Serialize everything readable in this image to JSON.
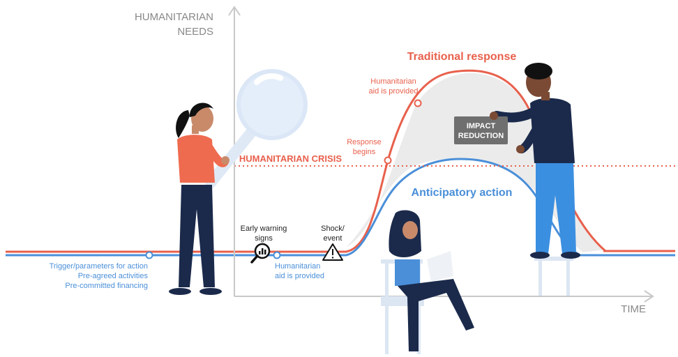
{
  "axes": {
    "y_label_line1": "HUMANITARIAN",
    "y_label_line2": "NEEDS",
    "x_label": "TIME"
  },
  "threshold": {
    "label": "HUMANITARIAN CRISIS",
    "color": "#e8604c"
  },
  "curves": {
    "traditional": {
      "label": "Traditional response",
      "color": "#e8604c"
    },
    "anticipatory": {
      "label": "Anticipatory action",
      "color": "#4a8fd8"
    }
  },
  "annotations": {
    "aid_provided_red_line1": "Humanitarian",
    "aid_provided_red_line2": "aid is provided",
    "response_begins_line1": "Response",
    "response_begins_line2": "begins",
    "early_warning_line1": "Early warning",
    "early_warning_line2": "signs",
    "shock_line1": "Shock/",
    "shock_line2": "event",
    "aid_provided_blue_line1": "Humanitarian",
    "aid_provided_blue_line2": "aid is provided",
    "trigger_line1": "Trigger/parameters for action",
    "trigger_line2": "Pre-agreed activities",
    "trigger_line3": "Pre-committed financing"
  },
  "impact_box": {
    "line1": "IMPACT",
    "line2": "REDUCTION"
  },
  "icons": [
    "magnifier-with-chart-icon",
    "warning-triangle-icon",
    "magnifying-glass-icon"
  ],
  "figures": [
    "woman-with-magnifier",
    "woman-seated-reading",
    "man-on-stool"
  ]
}
